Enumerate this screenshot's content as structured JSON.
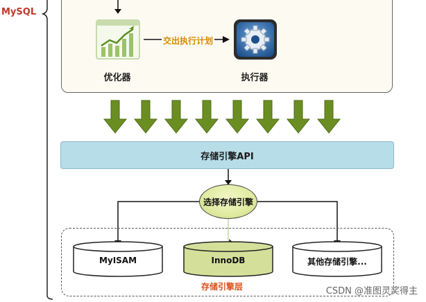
{
  "mysql_label": "MySQL",
  "optimizer_label": "优化器",
  "executor_label": "执行器",
  "plan_label": "交出执行计划",
  "api_label": "存储引擎API",
  "select_engine_label": "选择存储引擎",
  "engines": [
    {
      "label": "MyISAM",
      "fill": "#ffffff"
    },
    {
      "label": "InnoDB",
      "fill": "#d4e09a"
    },
    {
      "label": "其他存储引擎...",
      "fill": "#ffffff"
    }
  ],
  "storage_layer_label": "存储引擎层",
  "watermark": "CSDN @准图灵奖得主",
  "colors": {
    "mysql_red": "#c0392b",
    "plan_orange": "#d98a00",
    "layer_orange": "#d9541e",
    "arrow_green": "#6b8e23",
    "api_blue": "#b7dde8"
  }
}
